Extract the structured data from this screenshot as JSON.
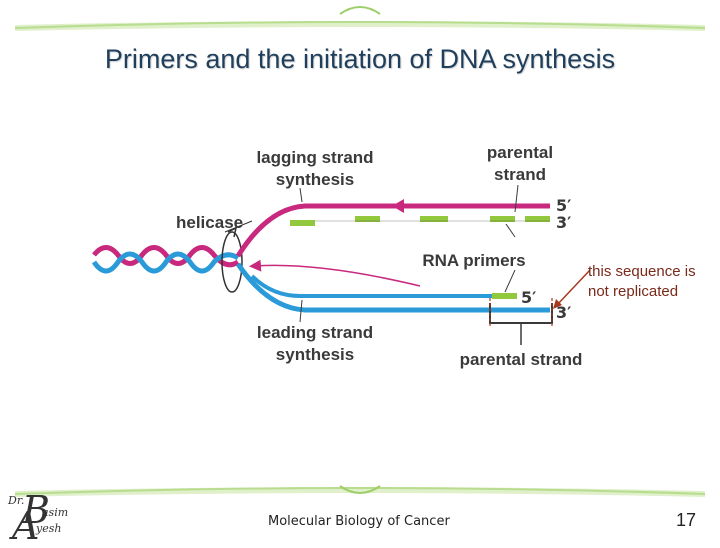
{
  "slide": {
    "title": "Primers and the initiation of DNA synthesis",
    "footer_text": "Molecular Biology of Cancer",
    "page_number": "17",
    "logo_text": "Dr. Basim Ayesh",
    "note": "this sequence is not replicated"
  },
  "diagram": {
    "labels": {
      "lagging_line1": "lagging strand",
      "lagging_line2": "synthesis",
      "parental_top_line1": "parental",
      "parental_top_line2": "strand",
      "helicase": "helicase",
      "rna_primers": "RNA primers",
      "leading_line1": "leading strand",
      "leading_line2": "synthesis",
      "parental_bottom": "parental strand",
      "top_5": "5′",
      "top_3": "3′",
      "bottom_5": "5′",
      "bottom_3": "3′"
    },
    "colors": {
      "lagging": "#c8287e",
      "leading": "#2a9bd8",
      "primer": "#92c83e",
      "note": "#a8381e",
      "title": "#1f3f5c"
    }
  }
}
